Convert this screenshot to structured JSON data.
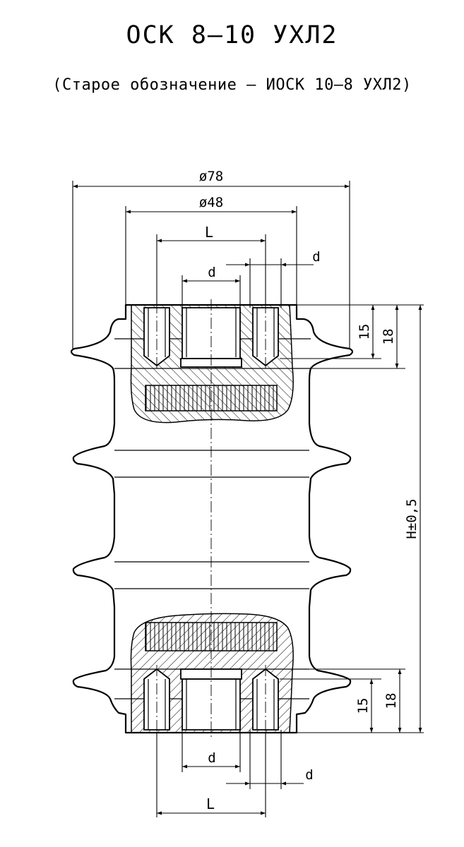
{
  "title": "ОСК 8–10 УХЛ2",
  "subtitle": "(Старое обозначение – ИОСК 10–8 УХЛ2)",
  "dimensions": {
    "outer_diameter": "ø78",
    "inner_diameter": "ø48",
    "top_L": "L",
    "top_d_center": "d",
    "top_d_side": "d",
    "top_15": "15",
    "top_18": "18",
    "height": "H±0,5",
    "bottom_15": "15",
    "bottom_18": "18",
    "bottom_d_center": "d",
    "bottom_d_side": "d",
    "bottom_L": "L"
  }
}
